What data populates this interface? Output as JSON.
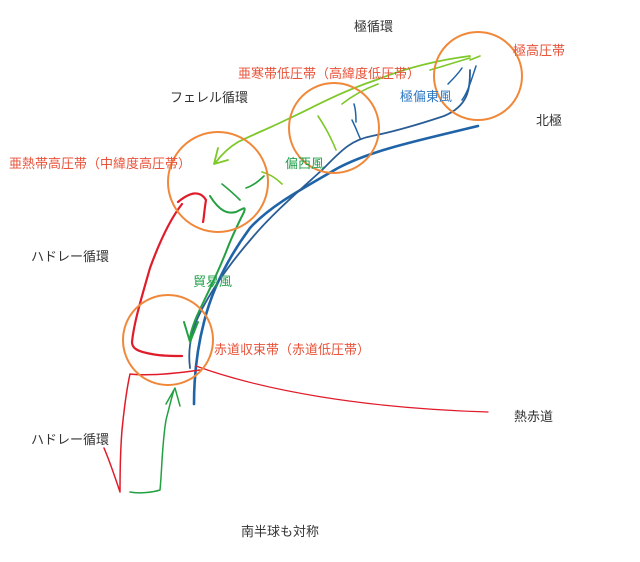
{
  "colors": {
    "circle": "#f0883a",
    "red_stroke": "#e01c2a",
    "green_stroke": "#24a042",
    "lightgreen_stroke": "#7ec82a",
    "blue_stroke": "#1f64a8",
    "darkblue_stroke": "#2a5d94",
    "text_orange": "#e8533a",
    "text_blue": "#2f78c4",
    "text_green": "#1fa04a"
  },
  "labels": {
    "polar_circulation": "極循環",
    "polar_high": "極高圧帯",
    "subpolar_low": "亜寒帯低圧帯（高緯度低圧帯）",
    "ferrel_circulation": "フェレル循環",
    "polar_easterlies": "極偏東風",
    "north_pole": "北極",
    "subtropical_high": "亜熱帯高圧帯（中緯度高圧帯）",
    "westerlies": "偏西風",
    "hadley_circulation_north": "ハドレー循環",
    "trade_winds": "貿易風",
    "itcz": "赤道収束帯（赤道低圧帯）",
    "thermal_equator": "熱赤道",
    "hadley_circulation_south": "ハドレー循環",
    "southern_hemisphere_note": "南半球も対称"
  }
}
